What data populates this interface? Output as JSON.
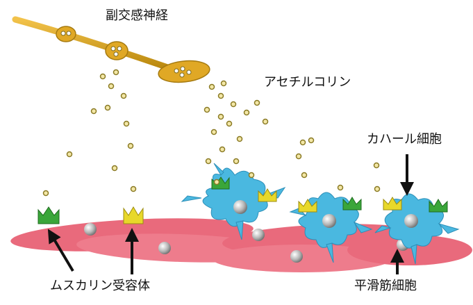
{
  "labels": {
    "parasympathetic_nerve": "副交感神経",
    "acetylcholine": "アセチルコリン",
    "icc": "カハール細胞",
    "muscarinic_receptor": "ムスカリン受容体",
    "smooth_muscle": "平滑筋細胞"
  },
  "colors": {
    "nerve": "#d9a520",
    "vesicle": "#c8a23a",
    "icc": "#4ab8e0",
    "smooth_muscle": "#e96a7c",
    "nucleus": "#a8a8a8",
    "receptor_green": "#3aa63a",
    "receptor_yellow": "#e8d82a",
    "arrow": "#111111"
  }
}
